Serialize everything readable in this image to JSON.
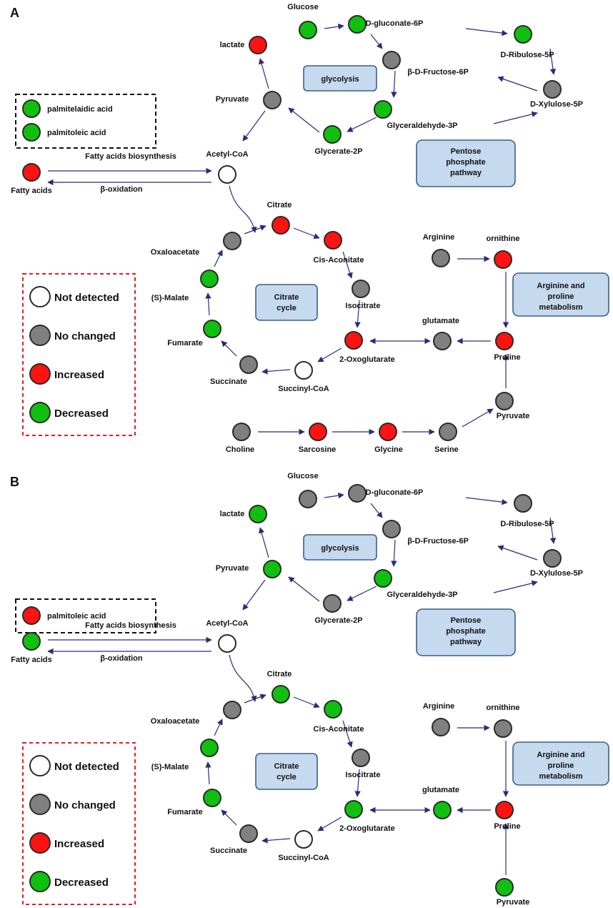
{
  "colors": {
    "not_detected": "#ffffff",
    "no_changed": "#808080",
    "increased": "#ff1212",
    "decreased": "#10c010",
    "arrow": "#2b2b7a",
    "pathway_box_fill": "#c5d9ef",
    "legend_border": "#e02020"
  },
  "panels": [
    {
      "letter": "A",
      "fatty_box": [
        {
          "label": "palmitelaidic acid",
          "status": "decreased"
        },
        {
          "label": "palmitoleic acid",
          "status": "decreased"
        }
      ],
      "nodes": [
        {
          "id": "glucose",
          "label": "Glucose",
          "status": "decreased"
        },
        {
          "id": "dgluconate",
          "label": "D-gluconate-6P",
          "status": "decreased"
        },
        {
          "id": "dribulose",
          "label": "D-Ribulose-5P",
          "status": "decreased"
        },
        {
          "id": "lactate",
          "label": "lactate",
          "status": "increased"
        },
        {
          "id": "fructose",
          "label": "β-D-Fructose-6P",
          "status": "no_changed"
        },
        {
          "id": "dxylulose",
          "label": "D-Xylulose-5P",
          "status": "no_changed"
        },
        {
          "id": "pyruvate1",
          "label": "Pyruvate",
          "status": "no_changed"
        },
        {
          "id": "g3p",
          "label": "Glyceraldehyde-3P",
          "status": "decreased"
        },
        {
          "id": "glycerate",
          "label": "Glycerate-2P",
          "status": "decreased"
        },
        {
          "id": "fattyacids",
          "label": "Fatty acids",
          "status": "increased"
        },
        {
          "id": "acetylcoa",
          "label": "Acetyl-CoA",
          "status": "not_detected"
        },
        {
          "id": "citrate",
          "label": "Citrate",
          "status": "increased"
        },
        {
          "id": "oxalo",
          "label": "Oxaloacetate",
          "status": "no_changed"
        },
        {
          "id": "cisacon",
          "label": "Cis-Aconitate",
          "status": "increased"
        },
        {
          "id": "arginine",
          "label": "Arginine",
          "status": "no_changed"
        },
        {
          "id": "ornithine",
          "label": "ornithine",
          "status": "increased"
        },
        {
          "id": "malate",
          "label": "(S)-Malate",
          "status": "decreased"
        },
        {
          "id": "isocitrate",
          "label": "Isocitrate",
          "status": "no_changed"
        },
        {
          "id": "fumarate",
          "label": "Fumarate",
          "status": "decreased"
        },
        {
          "id": "oxoglut",
          "label": "2-Oxoglutarate",
          "status": "increased"
        },
        {
          "id": "glutamate",
          "label": "glutamate",
          "status": "no_changed"
        },
        {
          "id": "proline",
          "label": "Proline",
          "status": "increased"
        },
        {
          "id": "succinate",
          "label": "Succinate",
          "status": "no_changed"
        },
        {
          "id": "succcoa",
          "label": "Succinyl-CoA",
          "status": "not_detected"
        },
        {
          "id": "pyruvate2",
          "label": "Pyruvate",
          "status": "no_changed"
        },
        {
          "id": "choline",
          "label": "Choline",
          "status": "no_changed"
        },
        {
          "id": "sarcosine",
          "label": "Sarcosine",
          "status": "increased"
        },
        {
          "id": "glycine",
          "label": "Glycine",
          "status": "increased"
        },
        {
          "id": "serine",
          "label": "Serine",
          "status": "no_changed"
        }
      ]
    },
    {
      "letter": "B",
      "fatty_box": [
        {
          "label": "palmitoleic acid",
          "status": "increased"
        }
      ],
      "nodes": [
        {
          "id": "glucose",
          "label": "Glucose",
          "status": "no_changed"
        },
        {
          "id": "dgluconate",
          "label": "D-gluconate-6P",
          "status": "no_changed"
        },
        {
          "id": "dribulose",
          "label": "D-Ribulose-5P",
          "status": "no_changed"
        },
        {
          "id": "lactate",
          "label": "lactate",
          "status": "decreased"
        },
        {
          "id": "fructose",
          "label": "β-D-Fructose-6P",
          "status": "no_changed"
        },
        {
          "id": "dxylulose",
          "label": "D-Xylulose-5P",
          "status": "no_changed"
        },
        {
          "id": "pyruvate1",
          "label": "Pyruvate",
          "status": "decreased"
        },
        {
          "id": "g3p",
          "label": "Glyceraldehyde-3P",
          "status": "decreased"
        },
        {
          "id": "glycerate",
          "label": "Glycerate-2P",
          "status": "no_changed"
        },
        {
          "id": "fattyacids",
          "label": "Fatty acids",
          "status": "decreased"
        },
        {
          "id": "acetylcoa",
          "label": "Acetyl-CoA",
          "status": "not_detected"
        },
        {
          "id": "citrate",
          "label": "Citrate",
          "status": "decreased"
        },
        {
          "id": "oxalo",
          "label": "Oxaloacetate",
          "status": "no_changed"
        },
        {
          "id": "cisacon",
          "label": "Cis-Aconitate",
          "status": "decreased"
        },
        {
          "id": "arginine",
          "label": "Arginine",
          "status": "no_changed"
        },
        {
          "id": "ornithine",
          "label": "ornithine",
          "status": "no_changed"
        },
        {
          "id": "malate",
          "label": "(S)-Malate",
          "status": "decreased"
        },
        {
          "id": "isocitrate",
          "label": "Isocitrate",
          "status": "no_changed"
        },
        {
          "id": "fumarate",
          "label": "Fumarate",
          "status": "decreased"
        },
        {
          "id": "oxoglut",
          "label": "2-Oxoglutarate",
          "status": "decreased"
        },
        {
          "id": "glutamate",
          "label": "glutamate",
          "status": "decreased"
        },
        {
          "id": "proline",
          "label": "Proline",
          "status": "increased"
        },
        {
          "id": "succinate",
          "label": "Succinate",
          "status": "no_changed"
        },
        {
          "id": "succcoa",
          "label": "Succinyl-CoA",
          "status": "not_detected"
        },
        {
          "id": "pyruvate2",
          "label": "Pyruvate",
          "status": "decreased"
        }
      ]
    }
  ],
  "pathway_boxes": {
    "glycolysis": "glycolysis",
    "pentose": [
      "Pentose",
      "phosphate",
      "pathway"
    ],
    "citrate": [
      "Citrate",
      "cycle"
    ],
    "arginine": [
      "Arginine and",
      "proline",
      "metabolism"
    ]
  },
  "edge_labels": {
    "fatty_biosynthesis": "Fatty acids biosynthesis",
    "beta_oxidation": "β-oxidation"
  },
  "legend": [
    {
      "label": "Not detected",
      "status": "not_detected"
    },
    {
      "label": "No changed",
      "status": "no_changed"
    },
    {
      "label": "Increased",
      "status": "increased"
    },
    {
      "label": "Decreased",
      "status": "decreased"
    }
  ]
}
